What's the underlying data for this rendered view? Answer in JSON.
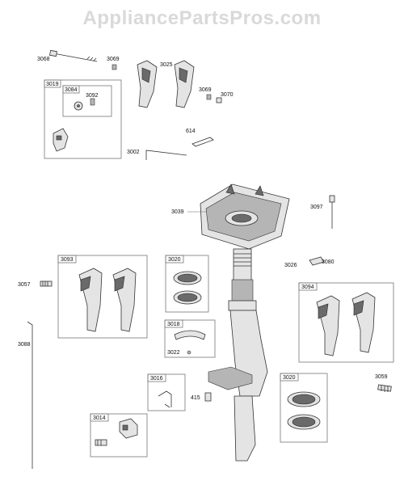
{
  "watermark": "AppliancePartsPros.com",
  "parts": {
    "p3068_top": "3068",
    "p3069_top": "3069",
    "p3025": "3025",
    "p3069_right": "3069",
    "p3070": "3070",
    "p3019": "3019",
    "p3084": "3084",
    "p3092": "3092",
    "p614": "614",
    "p3002": "3002",
    "p3039": "3039",
    "p3097": "3097",
    "p3093": "3093",
    "p3020_top": "3020",
    "p3026": "3026",
    "p3080": "3080",
    "p3057": "3057",
    "p3094": "3094",
    "p3018": "3018",
    "p3022": "3022",
    "p3088": "3088",
    "p3016": "3016",
    "p415": "415",
    "p3020_bottom": "3020",
    "p3059": "3059",
    "p3014": "3014"
  }
}
